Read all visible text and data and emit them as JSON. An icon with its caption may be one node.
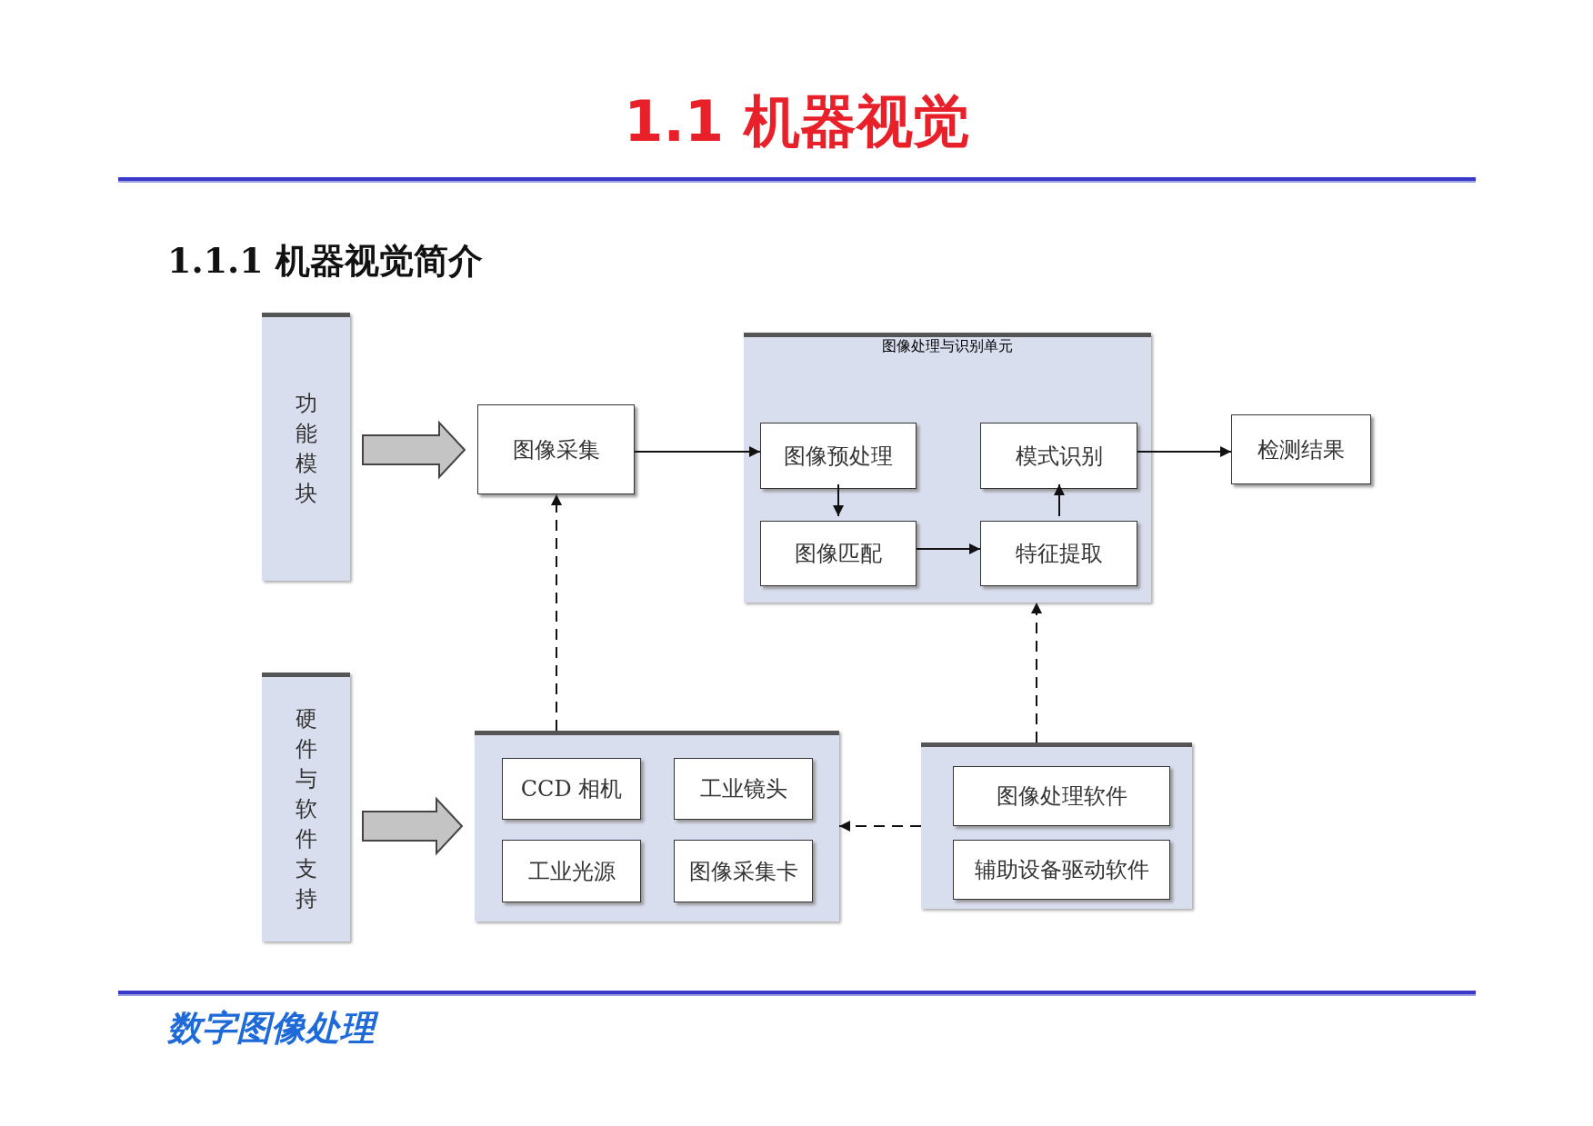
{
  "diagram": {
    "title": "1.1 机器视觉",
    "nodes": [
      {
        "text": [
          "功能模块"
        ]
      },
      {
        "text": [
          "图像采集"
        ]
      },
      {
        "text": [
          "图像处理与识别单元"
        ]
      },
      {
        "text": [
          "图像预处理"
        ],
        "in": 2
      },
      {
        "text": [
          "模式识别"
        ],
        "in": 2
      },
      {
        "text": [
          "图像匹配"
        ],
        "in": 2
      },
      {
        "text": [
          "特征提取"
        ],
        "in": 2
      },
      {
        "text": [
          "检测结果"
        ]
      },
      {
        "text": [
          "硬件与软件支持"
        ]
      },
      {
        "text": [],
        "shape": "box"
      },
      {
        "text": [
          "CCD 相机"
        ],
        "in": 9
      },
      {
        "text": [
          "工业镜头"
        ],
        "in": 9
      },
      {
        "text": [
          "工业光源"
        ],
        "in": 9
      },
      {
        "text": [
          "图像采集卡"
        ],
        "in": 9
      },
      {
        "text": [],
        "shape": "box"
      },
      {
        "text": [
          "图像处理软件"
        ],
        "in": 14
      },
      {
        "text": [
          "辅助设备驱动软件"
        ],
        "in": 14
      }
    ],
    "edges": [
      {
        "from": 0,
        "to": 1,
        "arrow": "to",
        "style": "thick",
        "color": "#c4c4c4"
      },
      {
        "from": 1,
        "to": 3,
        "arrow": "to"
      },
      {
        "from": 3,
        "to": 5,
        "arrow": "to"
      },
      {
        "from": 5,
        "to": 6,
        "arrow": "to"
      },
      {
        "from": 6,
        "to": 4,
        "arrow": "to"
      },
      {
        "from": 4,
        "to": 7,
        "arrow": "to"
      },
      {
        "from": 8,
        "to": 9,
        "arrow": "to",
        "style": "thick",
        "color": "#c4c4c4"
      },
      {
        "from": 9,
        "to": 1,
        "arrow": "to",
        "style": "dashed"
      },
      {
        "from": 14,
        "to": 2,
        "arrow": "to",
        "style": "dashed"
      },
      {
        "from": 14,
        "to": 9,
        "arrow": "to",
        "style": "dashed"
      }
    ],
    "labels": [
      "1.1.1 机器视觉简介",
      "数字图像处理"
    ]
  }
}
